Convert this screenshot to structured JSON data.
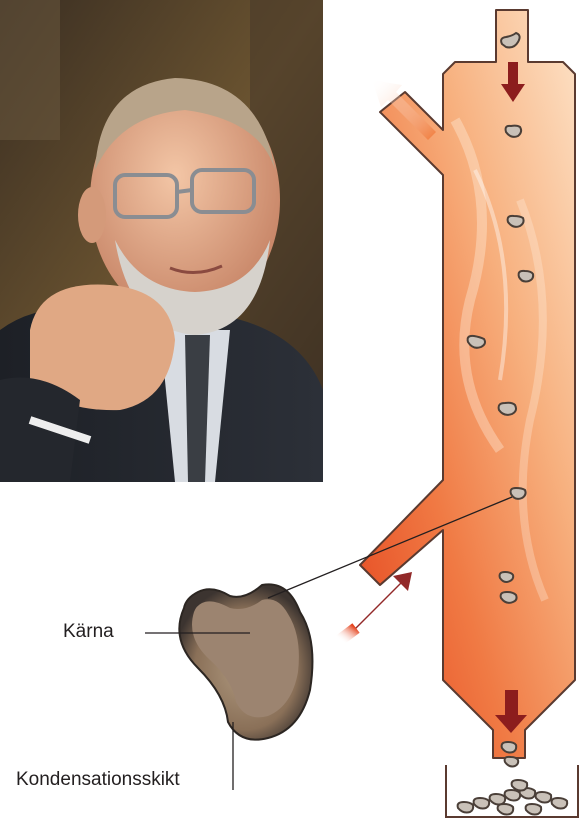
{
  "labels": {
    "core": "Kärna",
    "condensation_layer": "Kondensationsskikt"
  },
  "colors": {
    "reactor_hot": "#e4421c",
    "reactor_warm": "#f49a5c",
    "reactor_light": "#fde3c8",
    "outline": "#5a3a30",
    "arrow_dark": "#8c1d1d",
    "arrow_out": "#f07a3a",
    "particle_core": "#a08870",
    "particle_shell": "#3c3430"
  },
  "photo": {
    "subject": "portrait of a bearded man with glasses resting chin on hand"
  }
}
